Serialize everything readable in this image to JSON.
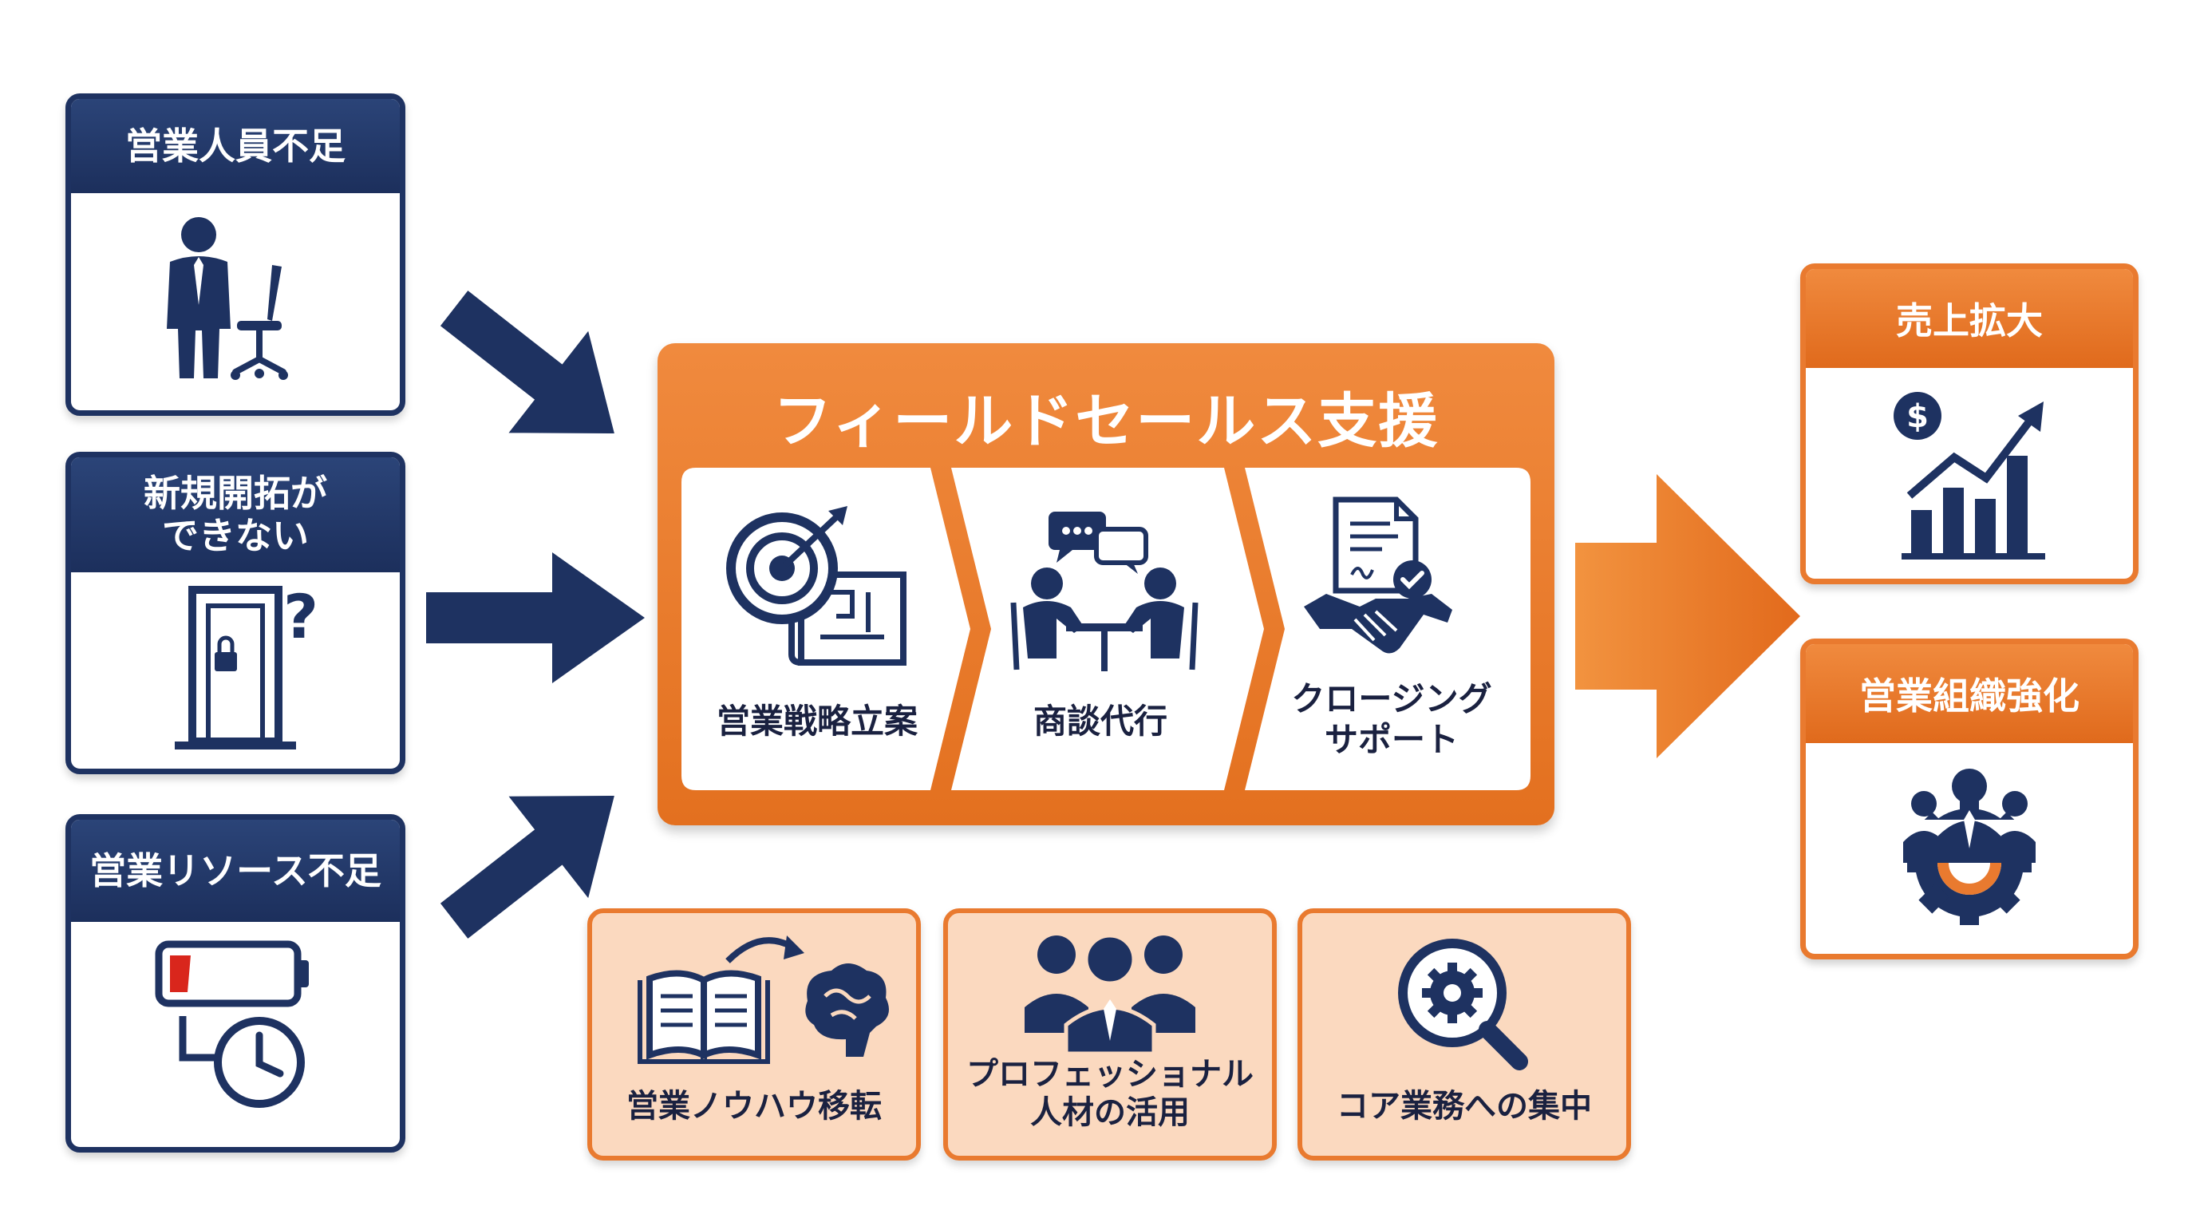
{
  "problems": [
    {
      "title": "営業人員不足",
      "icon": "person-empty-chair-icon"
    },
    {
      "title": "新規開拓が\nできない",
      "icon": "locked-door-question-icon"
    },
    {
      "title": "営業リソース不足",
      "icon": "low-battery-clock-icon"
    }
  ],
  "main": {
    "title": "フィールドセールス支援",
    "steps": [
      {
        "label": "営業戦略立案",
        "icon": "target-blueprint-icon"
      },
      {
        "label": "商談代行",
        "icon": "meeting-table-icon"
      },
      {
        "label": "クロージング\nサポート",
        "icon": "contract-handshake-icon"
      }
    ]
  },
  "benefits": [
    {
      "label": "営業ノウハウ移転",
      "icon": "book-to-brain-icon"
    },
    {
      "label": "プロフェッショナル\n人材の活用",
      "icon": "professional-team-icon"
    },
    {
      "label": "コア業務への集中",
      "icon": "gear-magnifier-icon"
    }
  ],
  "outcomes": [
    {
      "title": "売上拡大",
      "icon": "revenue-growth-chart-icon"
    },
    {
      "title": "営業組織強化",
      "icon": "team-gear-icon"
    }
  ],
  "colors": {
    "navy": "#1e3261",
    "orange": "#e97a2f",
    "light_orange": "#fbd9bf",
    "battery_red": "#d9261c"
  }
}
